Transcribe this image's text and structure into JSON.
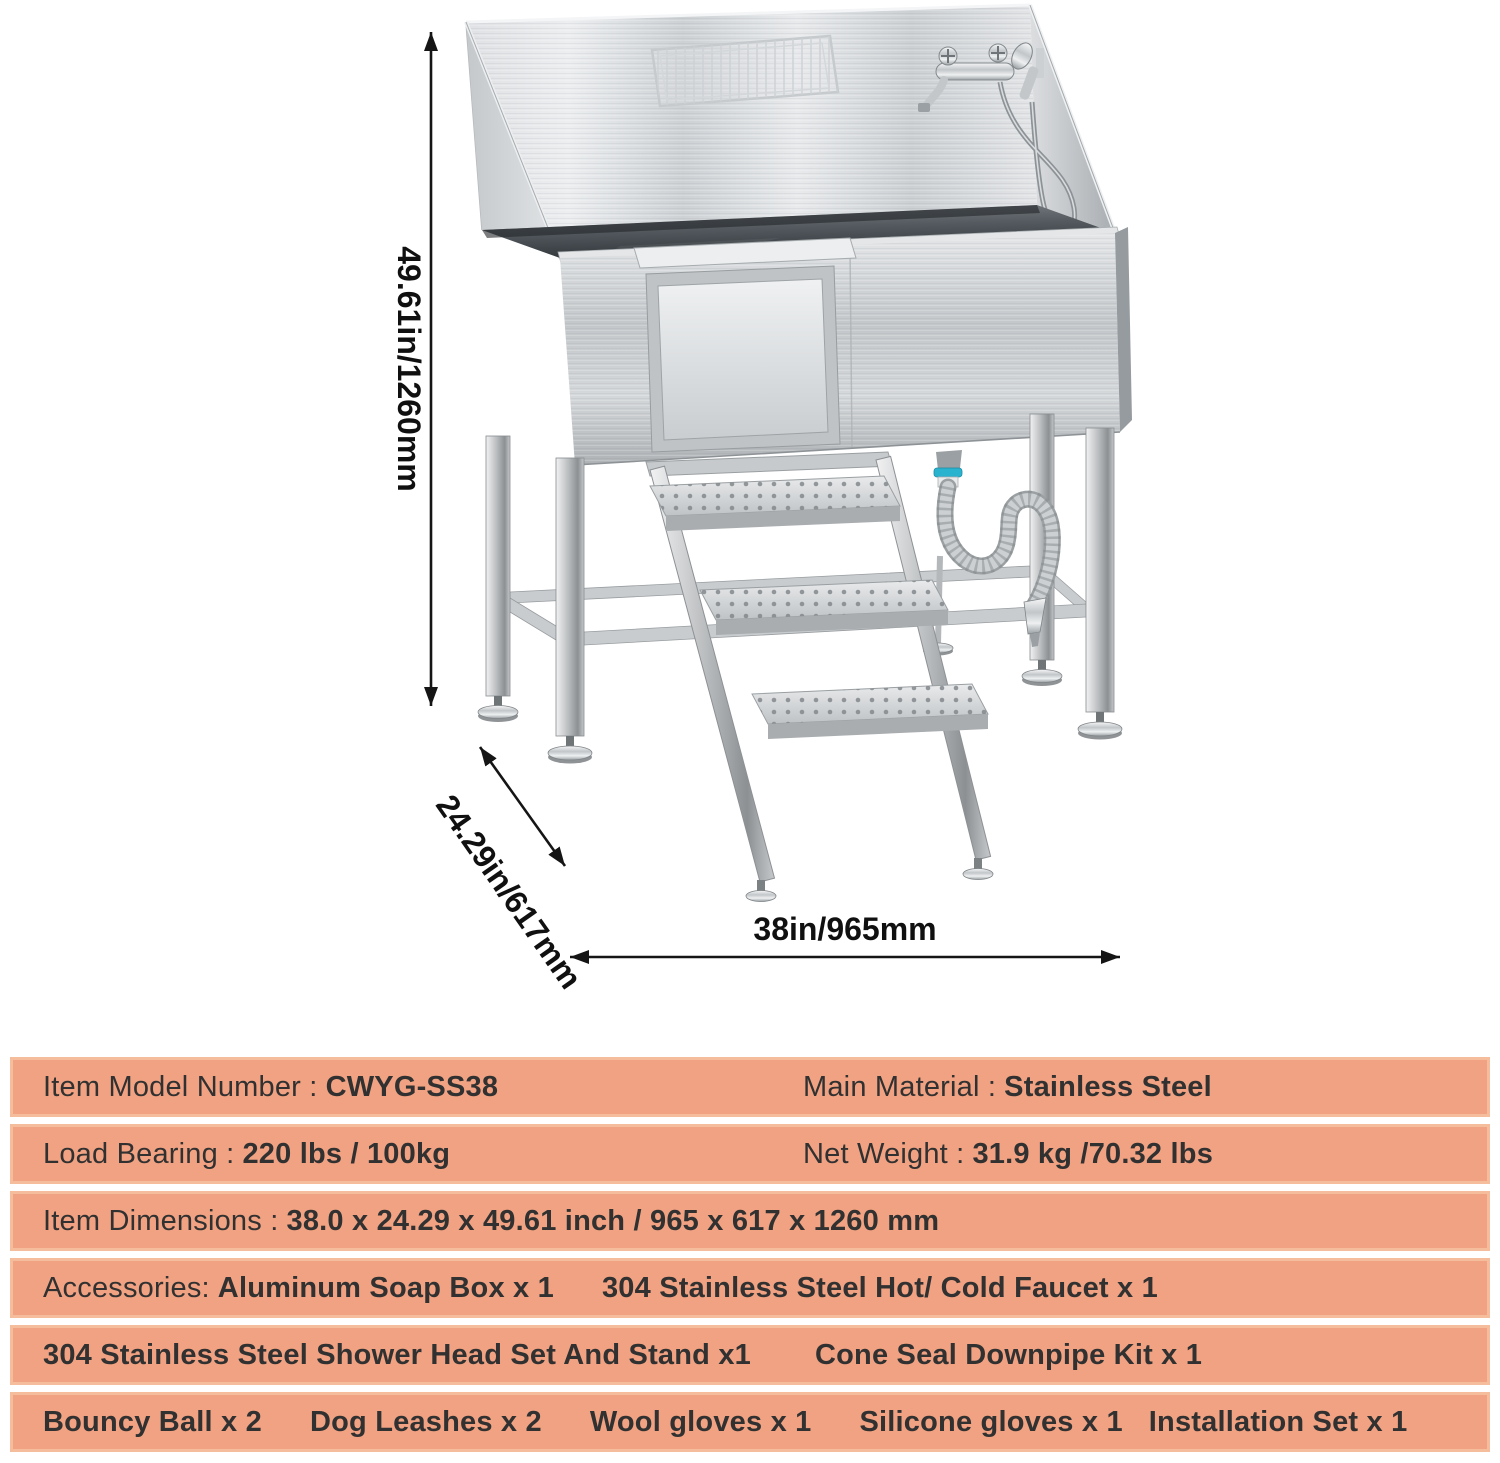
{
  "dimensions": {
    "height": "49.61in/1260mm",
    "depth": "24.29in/617mm",
    "width": "38in/965mm"
  },
  "specs": {
    "row1": {
      "left_label": "Item Model Number :",
      "left_value": "CWYG-SS38",
      "right_label": "Main Material :",
      "right_value": "Stainless Steel"
    },
    "row2": {
      "left_label": "Load Bearing :",
      "left_value": "220 lbs / 100kg",
      "right_label": "Net Weight :",
      "right_value": "31.9 kg /70.32 lbs"
    },
    "row3": {
      "label": "Item Dimensions :",
      "value": "38.0 x 24.29 x 49.61 inch / 965 x 617 x 1260 mm"
    },
    "row4": {
      "label": "Accessories:",
      "items": [
        "Aluminum Soap Box x 1",
        "304 Stainless Steel Hot/ Cold Faucet x 1"
      ]
    },
    "row5": {
      "items": [
        "304 Stainless Steel Shower Head Set And Stand x1",
        "Cone Seal Downpipe Kit x 1"
      ]
    },
    "row6": {
      "items": [
        "Bouncy Ball x 2",
        "Dog Leashes x 2",
        "Wool gloves x 1",
        "Silicone gloves x 1",
        "Installation Set x 1"
      ]
    }
  },
  "icons": {
    "soap_basket": "soap-basket-icon",
    "faucet": "faucet-icon",
    "sprayer": "hand-sprayer-icon",
    "drain": "drain-pipe-icon",
    "stairs": "pet-stairs-icon"
  },
  "colors": {
    "row_bg": "#f1a282",
    "row_border": "#f6bd9c",
    "text": "#313131",
    "annotation": "#151515",
    "drain_connector_blue": "#2ab3cf"
  }
}
